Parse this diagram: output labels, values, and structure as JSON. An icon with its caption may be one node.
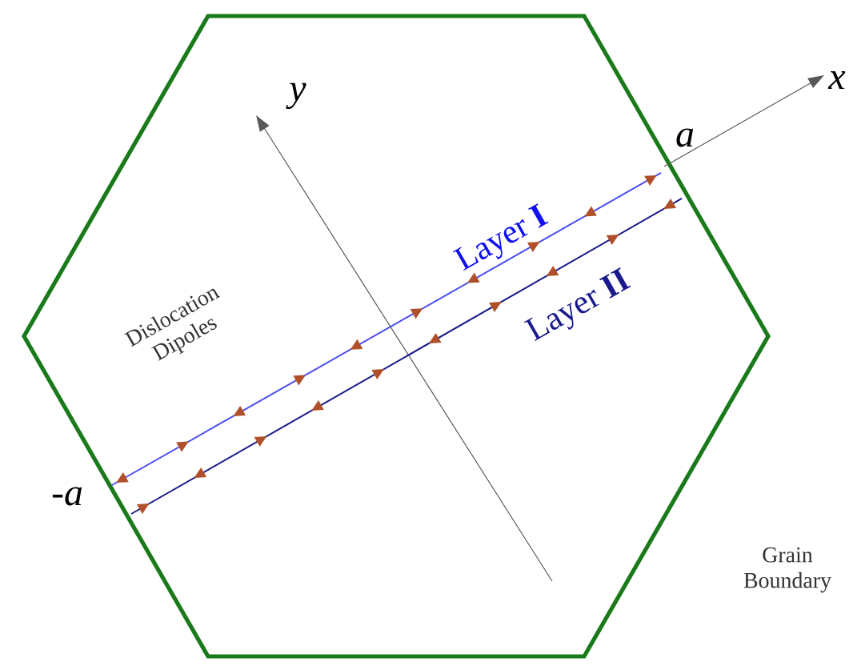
{
  "diagram": {
    "labels": [
      "y",
      "x",
      "a",
      "Layer **I**",
      "Layer **II**",
      "Dislocation Dipoles",
      "-a",
      "Grain Boundary"
    ]
  }
}
